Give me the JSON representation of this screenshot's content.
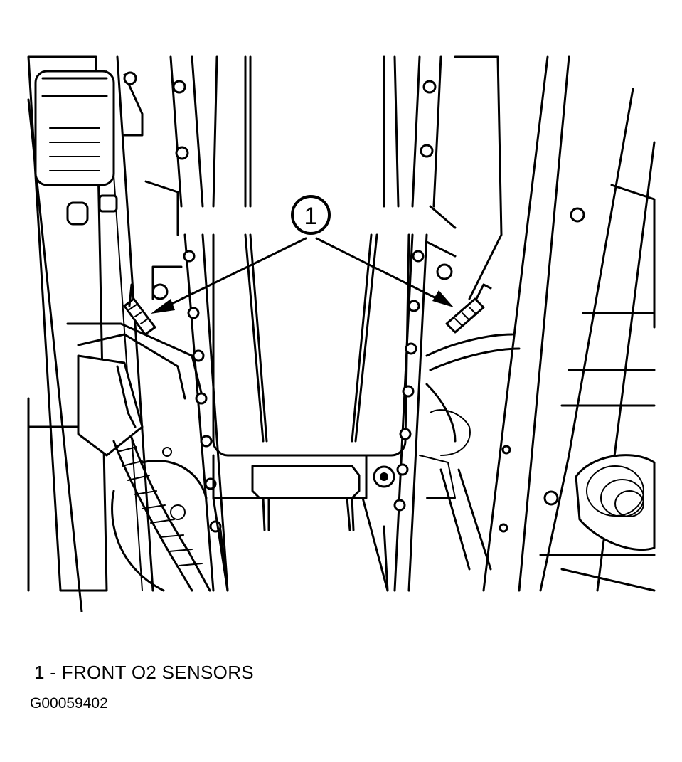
{
  "callout": {
    "number": "1"
  },
  "legend": {
    "text": "1 - FRONT O2 SENSORS"
  },
  "figure_id": "G00059402"
}
